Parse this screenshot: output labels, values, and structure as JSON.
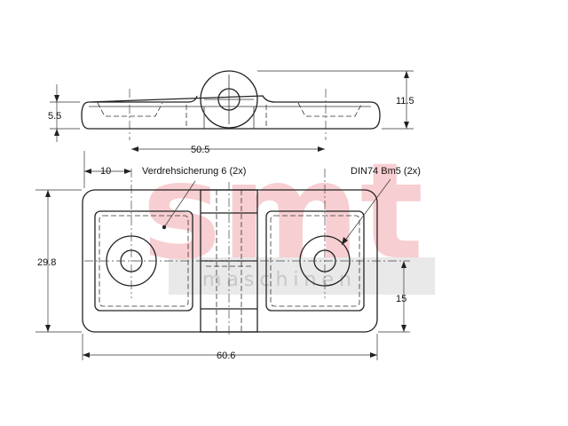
{
  "watermark": {
    "logo": "smt",
    "subtitle": "maschinen"
  },
  "dimensions": {
    "side_height": "5.5",
    "side_total": "11.5",
    "hole_spacing": "50.5",
    "offset": "10",
    "height": "29.8",
    "half_height": "15",
    "width": "60.6"
  },
  "callouts": {
    "anti_rotation": "Verdrehsicherung 6 (2x)",
    "thread": "DIN74 Bm5 (2x)"
  },
  "colors": {
    "line": "#222222",
    "watermark": "#f2a7ad",
    "watermark_band": "#d8d8d8"
  }
}
